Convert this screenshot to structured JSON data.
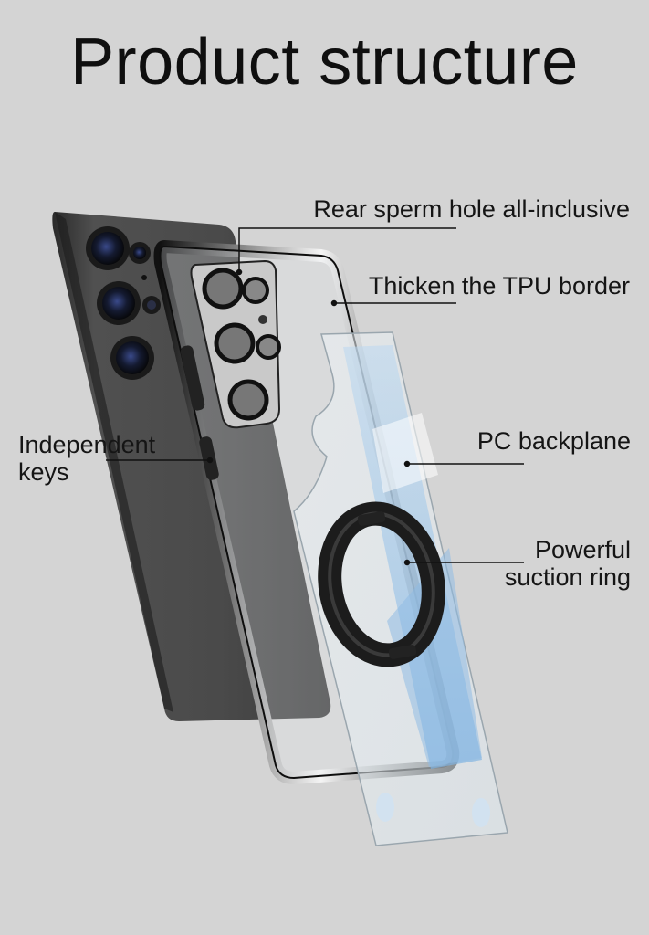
{
  "title": "Product structure",
  "callouts": {
    "rear_hole": "Rear sperm hole all-inclusive",
    "tpu_border": "Thicken the TPU border",
    "pc_backplane": "PC backplane",
    "independent_keys_line1": "Independent",
    "independent_keys_line2": "keys",
    "suction_ring_line1": "Powerful",
    "suction_ring_line2": "suction ring"
  },
  "colors": {
    "background": "#d4d4d4",
    "phone_body": "#3a3a3a",
    "chrome_frame": "#2a2a2a",
    "pc_tint": "#9cc3e6",
    "ring": "#1e1e1e"
  }
}
